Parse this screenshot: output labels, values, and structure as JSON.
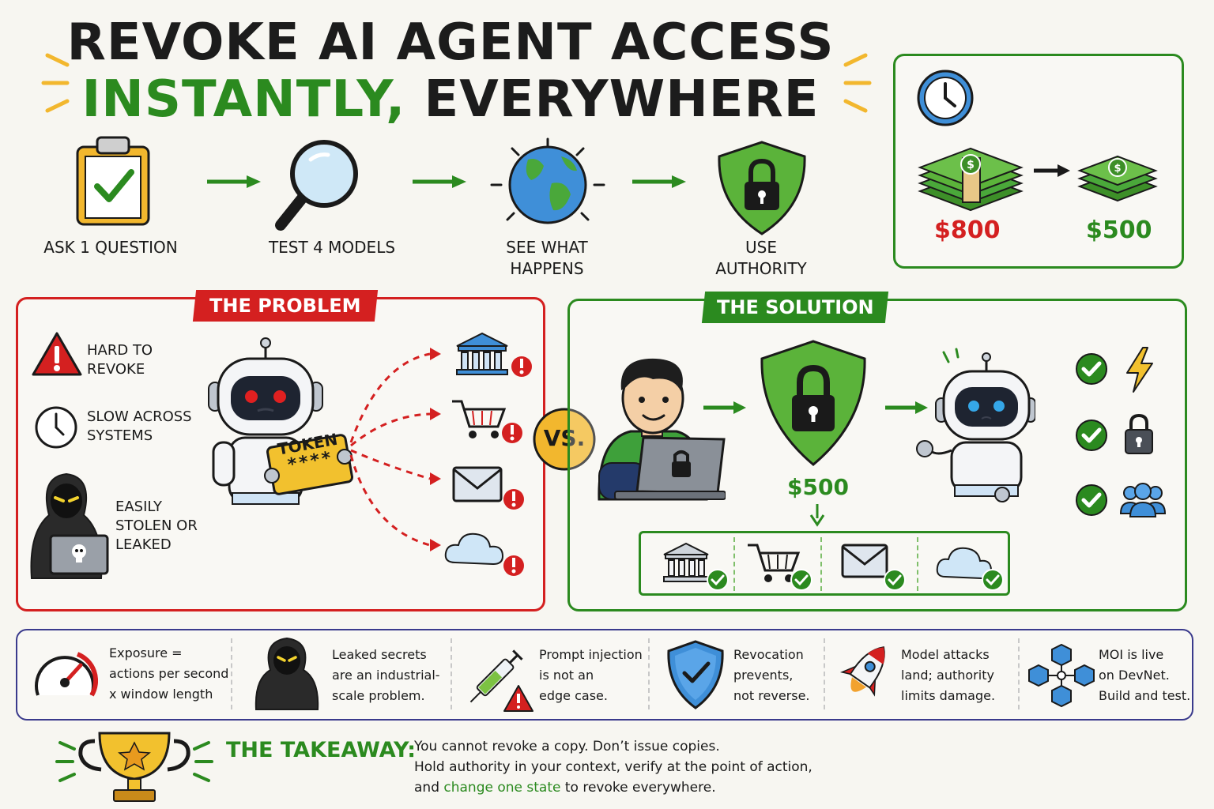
{
  "title": {
    "line1": "REVOKE AI AGENT ACCESS",
    "line2_highlight": "INSTANTLY,",
    "line2_rest": " EVERYWHERE"
  },
  "steps": [
    {
      "label": "ASK 1 QUESTION",
      "icon": "clipboard-check-icon"
    },
    {
      "label": "TEST 4 MODELS",
      "icon": "magnifying-glass-icon"
    },
    {
      "label_l1": "SEE WHAT",
      "label_l2": "HAPPENS",
      "icon": "globe-icon"
    },
    {
      "label_l1": "USE",
      "label_l2": "AUTHORITY",
      "icon": "shield-lock-icon"
    }
  ],
  "cost_box": {
    "before": "$800",
    "after": "$500",
    "icons": [
      "clock-icon",
      "money-stack-icon",
      "arrow-icon"
    ]
  },
  "problem": {
    "banner": "THE PROBLEM",
    "items": [
      {
        "l1": "HARD TO",
        "l2": "REVOKE",
        "icon": "warning-icon"
      },
      {
        "l1": "SLOW ACROSS",
        "l2": "SYSTEMS",
        "icon": "clock-icon"
      },
      {
        "l1": "EASILY",
        "l2": "STOLEN OR",
        "l3": "LEAKED",
        "icon": "hacker-icon"
      }
    ],
    "token_label": "TOKEN",
    "token_stars": "****",
    "targets": [
      "bank-icon",
      "cart-icon",
      "mail-icon",
      "cloud-icon"
    ]
  },
  "vs_label": "VS.",
  "solution": {
    "banner": "THE SOLUTION",
    "amount": "$500",
    "checks": [
      "lightning-icon",
      "lock-icon",
      "users-icon"
    ],
    "targets": [
      "bank-icon",
      "cart-icon",
      "mail-icon",
      "cloud-icon"
    ]
  },
  "facts": [
    {
      "l1": "Exposure =",
      "l2": "actions per second",
      "l3": "x window length",
      "icon": "gauge-icon"
    },
    {
      "l1": "Leaked secrets",
      "l2": "are an industrial-",
      "l3": "scale problem.",
      "icon": "hacker-icon"
    },
    {
      "l1": "Prompt injection",
      "l2": "is not an",
      "l3": "edge case.",
      "icon": "syringe-icon"
    },
    {
      "l1": "Revocation",
      "l2": "prevents,",
      "l3": "not reverse.",
      "icon": "shield-check-icon"
    },
    {
      "l1": "Model attacks",
      "l2": "land; authority",
      "l3": "limits damage.",
      "icon": "rocket-icon"
    },
    {
      "l1": "MOI is live",
      "l2": "on DevNet.",
      "l3": "Build and test.",
      "icon": "network-icon"
    }
  ],
  "takeaway": {
    "heading": "THE TAKEAWAY:",
    "line1": "You cannot revoke a copy. Don’t issue copies.",
    "line2": "Hold authority in your context, verify at the point of action,",
    "line3_pre": "and ",
    "line3_highlight": "change one state",
    "line3_post": " to revoke everywhere.",
    "icon": "trophy-icon"
  },
  "colors": {
    "green": "#2b8a1f",
    "red": "#d42020",
    "navy": "#3a3a8c",
    "gold": "#f2b72e"
  }
}
